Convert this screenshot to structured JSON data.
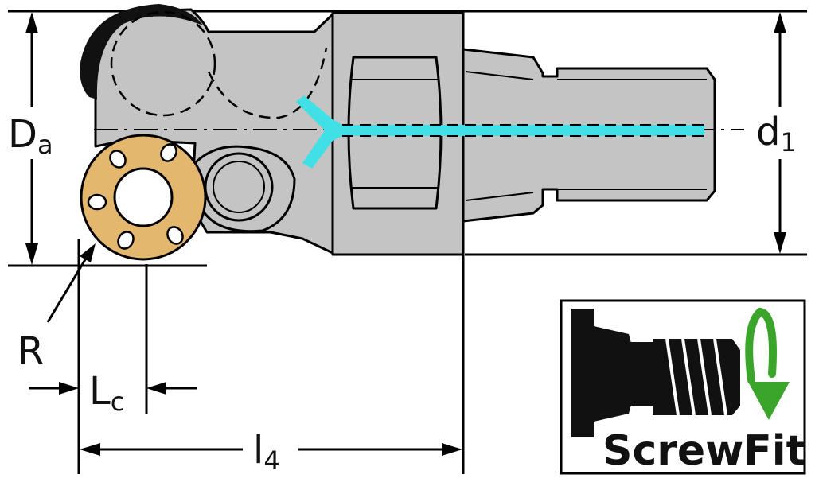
{
  "labels": {
    "Da_main": "D",
    "Da_sub": "a",
    "d1_main": "d",
    "d1_sub": "1",
    "R": "R",
    "Lc_main": "L",
    "Lc_sub": "c",
    "l4_main": "l",
    "l4_sub": "4"
  },
  "logo": {
    "text": "ScrewFit"
  },
  "colors": {
    "body": "#c4c4c4",
    "insert": "#e3b76d",
    "coolant": "#40e0e6",
    "arrow_green": "#3aa52a",
    "line": "#000000"
  }
}
